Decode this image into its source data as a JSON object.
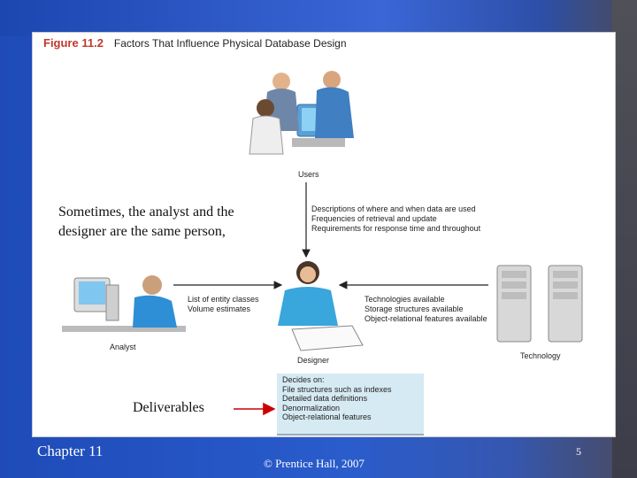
{
  "figure": {
    "number": "Figure 11.2",
    "title": "Factors That Influence Physical Database Design"
  },
  "nodes": {
    "users": "Users",
    "analyst": "Analyst",
    "designer": "Designer",
    "technology": "Technology"
  },
  "users_to_designer": [
    "Descriptions of where and when data are used",
    "Frequencies of retrieval and update",
    "Requirements for response time and throughout"
  ],
  "analyst_to_designer": [
    "List of entity classes",
    "Volume estimates"
  ],
  "technology_to_designer": [
    "Technologies available",
    "Storage structures available",
    "Object-relational features available"
  ],
  "deliverables_box": [
    "Decides on:",
    "File structures such as indexes",
    "Detailed data definitions",
    "Denormalization",
    "Object-relational features"
  ],
  "notes": {
    "same_person_line1": "Sometimes, the analyst and the",
    "same_person_line2": "designer are the same person,",
    "deliverables": "Deliverables"
  },
  "footer": {
    "chapter": "Chapter 11",
    "copyright": "© Prentice Hall, 2007",
    "page": "5"
  }
}
